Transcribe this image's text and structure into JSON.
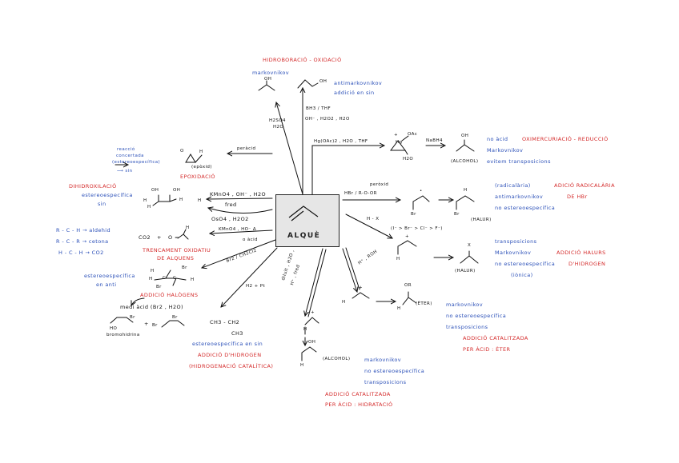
{
  "colors": {
    "annotation_blue": "#2a4fb8",
    "annotation_red": "#d42a2a",
    "ink": "#111111",
    "center_box": "#e6e6e6"
  },
  "center": {
    "label": "ALQUÈ"
  },
  "top": {
    "title": "HIDROBORACIÓ - OXIDACIÓ",
    "markovnikov": "markovnikov",
    "oh_left": "OH",
    "oh_right": "OH",
    "anti_1": "antimarkovnikov",
    "anti_2": "addició en sin",
    "reagent_left_1": "H2SO4",
    "reagent_left_2": "H2O",
    "reagent_mid_1": "BH3 / THF",
    "reagent_mid_2": "OH⁻ , H2O2 , H2O"
  },
  "oximercuration": {
    "reagent": "Hg(OAc)2 , H2O , THF",
    "plus": "+",
    "hg": "Hg",
    "oac": "OAc",
    "h2o": "H2O",
    "reducer": "NaBH4",
    "oh": "OH",
    "product": "(ALCOHOL)",
    "note_1": "no àcid",
    "title": "OXIMERCURIACIÓ - REDUCCIÓ",
    "note_2": "Markovnikov",
    "note_3": "evitem transposicions"
  },
  "radical": {
    "reagent_top": "peròxid",
    "reagent": "HBr / R-O-OR",
    "br1": "Br",
    "br2": "Br",
    "h": "H",
    "product": "(HALUR)",
    "note_1": "(radicalària)",
    "title_1": "ADICIÓ RADICALÀRIA",
    "note_2": "antimarkovnikov",
    "title_2": "DE HBr",
    "note_3": "no estereoespecífica"
  },
  "ionic_halide": {
    "reagent": "H - X",
    "order": "(I⁻ > Br⁻ > Cl⁻ > F⁻)",
    "h": "H",
    "x": "X",
    "product": "(HALUR)",
    "note_1": "transposicions",
    "note_2": "Markovnikov",
    "title_1": "ADDICIÓ HALURS",
    "note_3": "no estereoespecífica",
    "title_2": "D'HIDROGEN",
    "note_4": "(iònica)"
  },
  "ether": {
    "reagent": "H⁺ , ROH",
    "h1": "H",
    "h2": "H",
    "or": "OR",
    "product": "(ÈTER)",
    "note_1": "markovnikov",
    "note_2": "no estereoespecífica",
    "note_3": "transposicions",
    "title_1": "ADDICIÓ CATALITZADA",
    "title_2": "PER ÀCID : ÈTER"
  },
  "hydration": {
    "reagent_1": "diluït , H2O ,",
    "reagent_2": "H⁺ , fred",
    "h1": "H",
    "h2": "H",
    "oh": "OH",
    "product": "(ALCOHOL)",
    "note_1": "markovnikov",
    "note_2": "no estereoespecífica",
    "note_3": "transposicions",
    "title_1": "ADDICIÓ CATALITZADA",
    "title_2": "PER ÀCID : HIDRATACIÓ"
  },
  "epoxidation": {
    "reagent": "peràcid",
    "o": "O",
    "h": "H",
    "product": "(epòxid)",
    "title": "EPOXIDACIÓ",
    "note_1": "reacció",
    "note_2": "concertada",
    "note_3": "(estereoespecífica)",
    "note_4": "⟶ sin"
  },
  "dihydroxylation": {
    "title": "DIHIDROXILACIÓ",
    "note_1": "estereoespecífica",
    "note_2": "sin",
    "oh1": "OH",
    "oh2": "OH",
    "h1": "H",
    "h2": "H",
    "h3": "H",
    "h4": "H",
    "reagent_1": "KMnO4 , OH⁻ , H2O",
    "reagent_2": "fred",
    "reagent_3": "OsO4 , H2O2"
  },
  "oxidative_cleavage": {
    "reagent_1": "KMnO4 , HO⁻ Δ",
    "reagent_2": "o àcid",
    "rule_1": "R - C - H → aldehid",
    "rule_2": "R - C - R → cetona",
    "rule_3": "H - C - H → CO2",
    "product_1": "CO2",
    "plus": "+",
    "product_2": "O =",
    "h": "H",
    "title_1": "TRENCAMENT OXIDATIU",
    "title_2": "DE ALQUENS"
  },
  "halogenation": {
    "reagent": "Br2 / CH2Cl2",
    "note_1": "estereoespecífica",
    "note_2": "en anti",
    "h1": "H",
    "h2": "H",
    "h3": "H",
    "c1": "C",
    "c2": "C",
    "br1": "Br",
    "br2": "Br",
    "title": "ADDICIÓ HALÒGENS",
    "medium": "medi àcid (Br2 , H2O)",
    "br3": "Br",
    "br4": "Br",
    "br5": "Br",
    "ho": "HO",
    "plus": "+",
    "bromohydrin": "bromohidrina"
  },
  "hydrogenation": {
    "reagent": "H2 + Pt",
    "line_1": "CH3 - CH2",
    "line_2": "CH3",
    "note": "estereoespecífica en sin",
    "title_1": "ADDICIÓ D'HIDROGEN",
    "title_2": "(HIDROGENACIÓ CATALÍTICA)"
  }
}
